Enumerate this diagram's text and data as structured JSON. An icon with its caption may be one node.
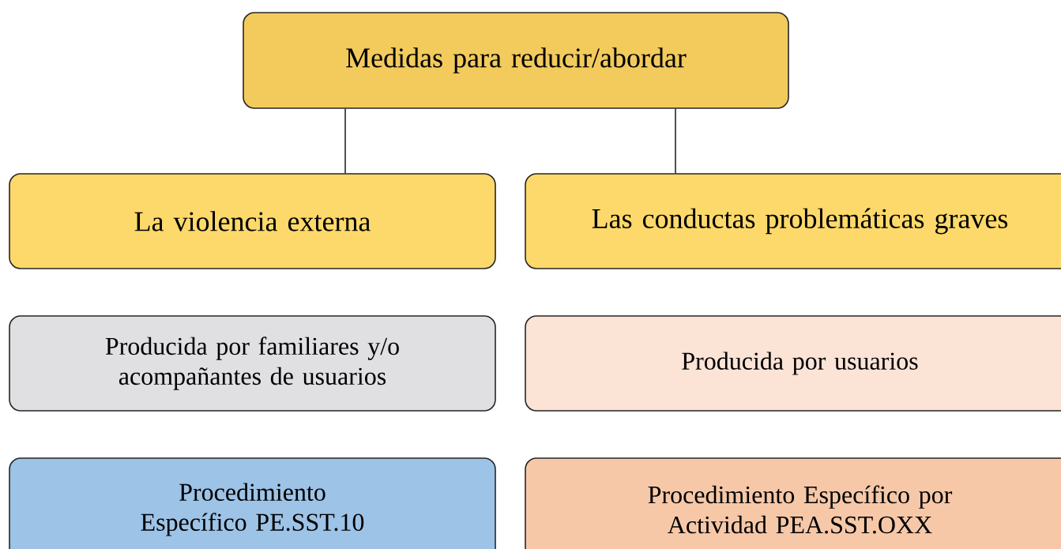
{
  "diagram": {
    "nodes": [
      {
        "text": [
          "Medidas para reducir/abordar"
        ]
      },
      {
        "text": [
          "La violencia externa"
        ]
      },
      {
        "text": [
          "Las conductas problemáticas graves"
        ]
      },
      {
        "text": [
          "Producida por familiares y/o acompañantes de usuarios"
        ]
      },
      {
        "text": [
          "Producida por usuarios"
        ]
      },
      {
        "text": [
          "Procedimiento Específico PE.SST.10"
        ]
      },
      {
        "text": [
          "Procedimiento Específico por Actividad PEA.SST.OXX"
        ]
      }
    ],
    "edges": [
      {
        "from": 0,
        "to": 1,
        "arrow": "none"
      },
      {
        "from": 0,
        "to": 2,
        "arrow": "none"
      }
    ]
  }
}
